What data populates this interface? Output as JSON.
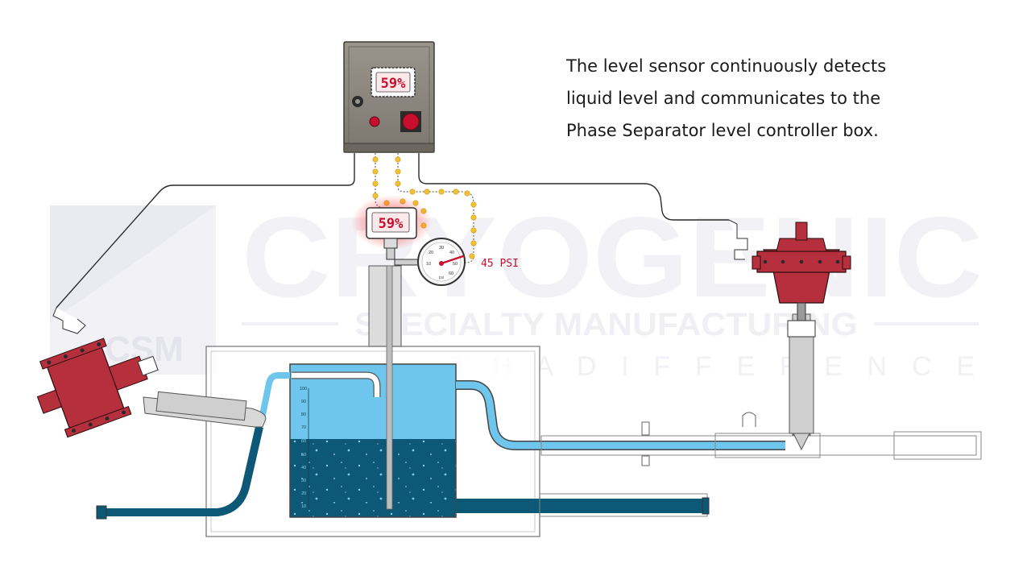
{
  "caption": {
    "lines": [
      "The level sensor continuously detects",
      "liquid level and communicates to the",
      "Phase Separator level controller box."
    ]
  },
  "controller": {
    "display_value": "59%"
  },
  "sensor": {
    "display_value": "59%",
    "level_percent": 59
  },
  "pressure_gauge": {
    "reading_label": "45 PSI",
    "unit_label": "psi",
    "dial_numbers": [
      "10",
      "20",
      "30",
      "40",
      "50",
      "60"
    ]
  },
  "tank": {
    "scale_ticks": [
      "100",
      "90",
      "80",
      "70",
      "60",
      "50",
      "40",
      "30",
      "20",
      "10"
    ]
  },
  "watermark": {
    "main": "CRYOGENIC",
    "sub": "SPECIALTY MANUFACTURING",
    "tagline": "T H A D I F F E R E N C E",
    "logo": "CSM"
  },
  "colors": {
    "liquid_dark": "#0d5777",
    "liquid_light": "#6ec6ec",
    "valve_red": "#b5303c",
    "wire_dot": "#f3c232",
    "panel_gray": "#8a857d",
    "display_red": "#c8102e"
  }
}
